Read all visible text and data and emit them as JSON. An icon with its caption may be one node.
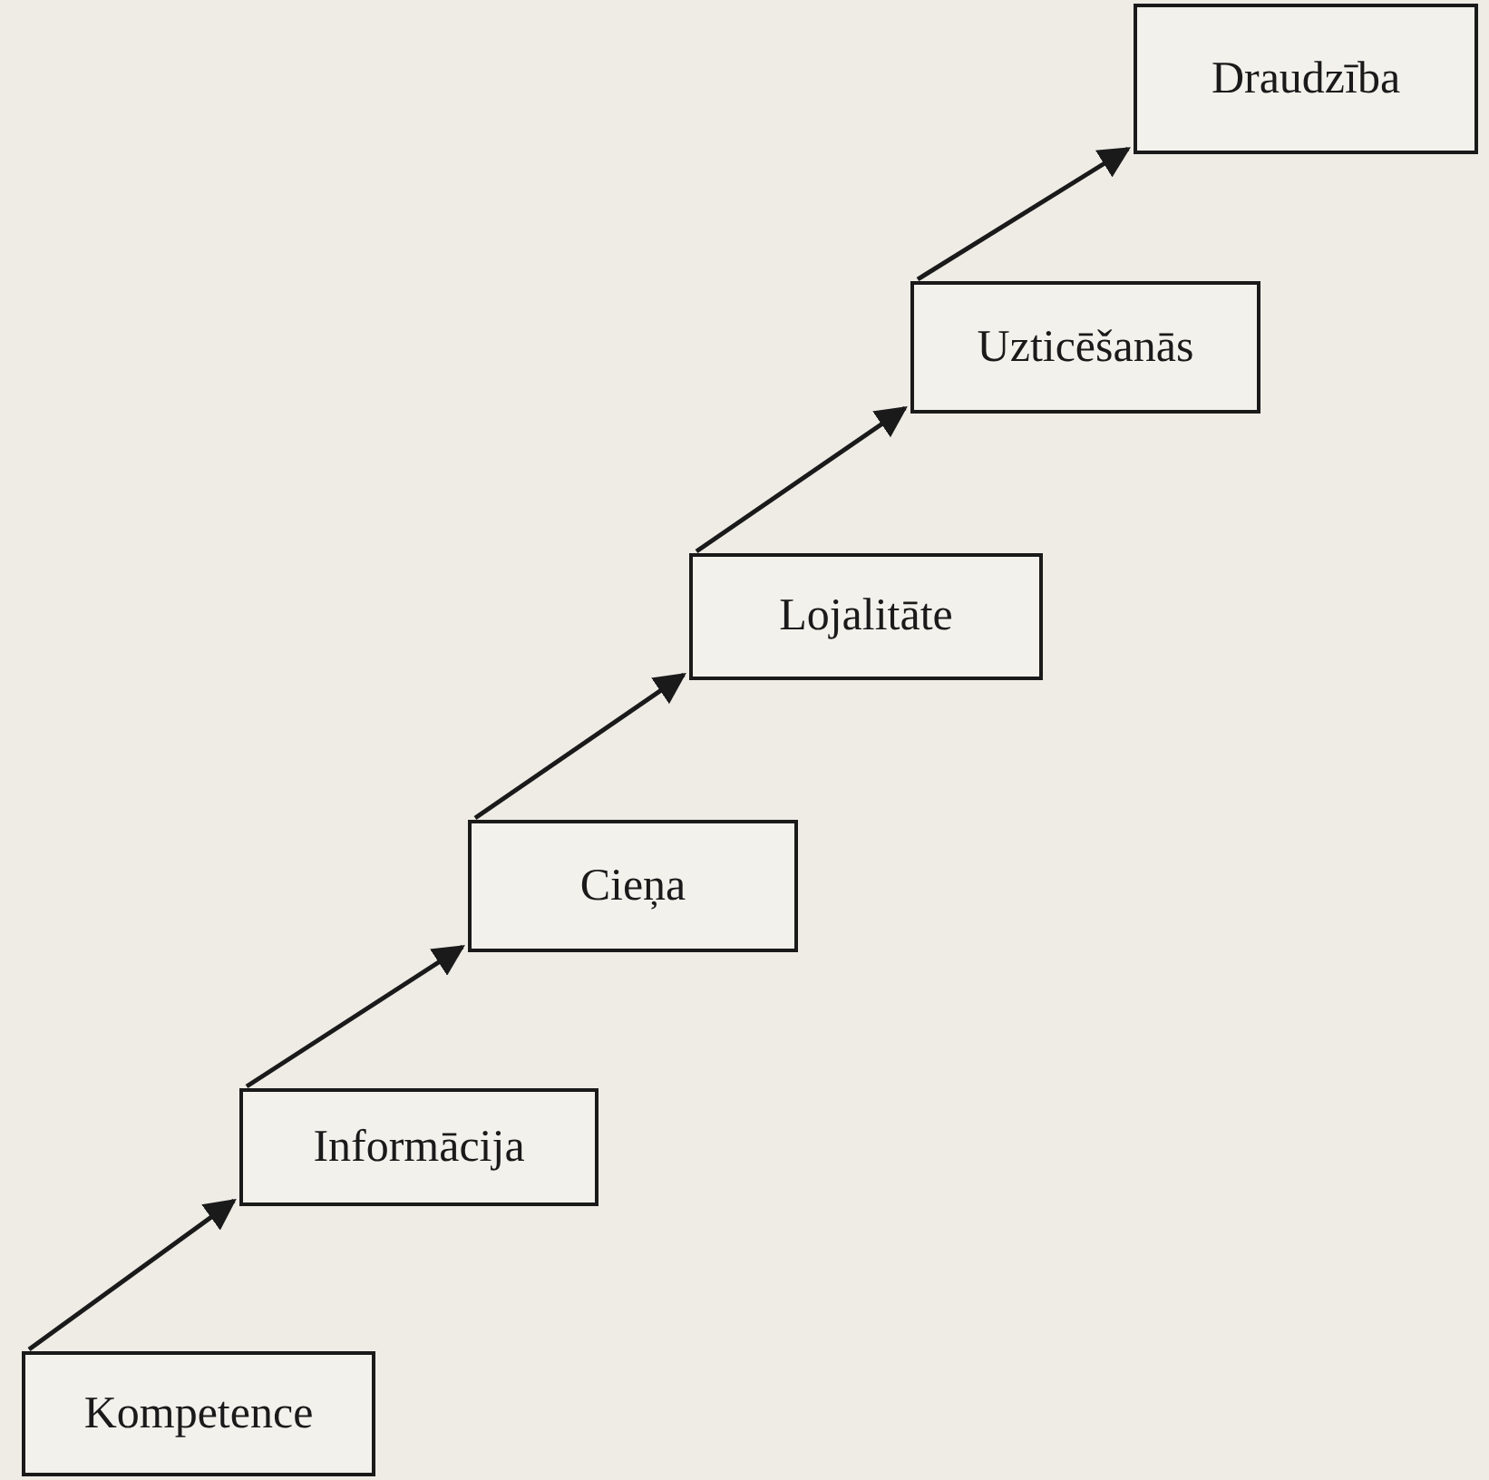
{
  "diagram": {
    "nodes": [
      {
        "text": [
          "Kompetence"
        ]
      },
      {
        "text": [
          "Informācija"
        ]
      },
      {
        "text": [
          "Cieņa"
        ]
      },
      {
        "text": [
          "Lojalitāte"
        ]
      },
      {
        "text": [
          "Uzticēšanās"
        ]
      },
      {
        "text": [
          "Draudzība"
        ]
      }
    ],
    "edges": [
      {
        "from": 0,
        "to": 1,
        "arrow": "to"
      },
      {
        "from": 1,
        "to": 2,
        "arrow": "to"
      },
      {
        "from": 2,
        "to": 3,
        "arrow": "to"
      },
      {
        "from": 3,
        "to": 4,
        "arrow": "to"
      },
      {
        "from": 4,
        "to": 5,
        "arrow": "to"
      }
    ]
  }
}
